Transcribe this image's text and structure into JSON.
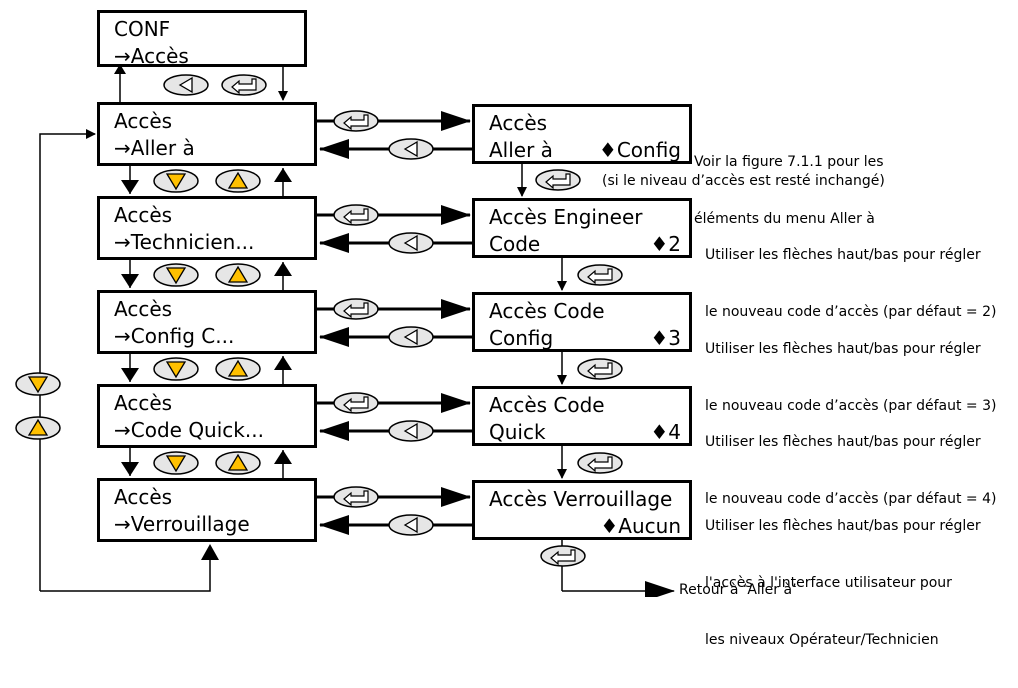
{
  "colors": {
    "key_fill": "#e6e6e6",
    "arrow_key_fill": "#ffc000",
    "line": "#000000"
  },
  "icons": {
    "enter_key": "enter-key-icon",
    "back_key": "left-key-icon",
    "down_key": "down-key-icon",
    "up_key": "up-key-icon"
  },
  "top_box": {
    "line1": "CONF",
    "line2": "→Accès"
  },
  "menu": [
    {
      "line1": "Accès",
      "line2": "→Aller à"
    },
    {
      "line1": "Accès",
      "line2": "→Technicien..."
    },
    {
      "line1": "Accès",
      "line2": "→Config C..."
    },
    {
      "line1": "Accès",
      "line2": "→Code Quick..."
    },
    {
      "line1": "Accès",
      "line2": "→Verrouillage"
    }
  ],
  "params": [
    {
      "line1": "Accès",
      "line2": "Aller à",
      "value": "♦Config"
    },
    {
      "line1": "Accès Engineer",
      "line2": "Code",
      "value": "♦2"
    },
    {
      "line1": "Accès Code",
      "line2": "Config",
      "value": "♦3"
    },
    {
      "line1": "Accès Code",
      "line2": "Quick",
      "value": "♦4"
    },
    {
      "line1": "Accès Verrouillage",
      "line2": "",
      "value": "♦Aucun"
    }
  ],
  "notes": {
    "goto_line1": "Voir la figure 7.1.1 pour les",
    "goto_line2": "éléments du menu Aller à",
    "unchanged": "(si le niveau d’accès est resté inchangé)",
    "code2_line1": "Utiliser les flèches haut/bas pour régler",
    "code2_line2": "le nouveau code d’accès (par défaut = 2)",
    "code3_line1": "Utiliser les flèches haut/bas pour régler",
    "code3_line2": "le nouveau code d’accès (par défaut = 3)",
    "code4_line1": "Utiliser les flèches haut/bas pour régler",
    "code4_line2": "le nouveau code d’accès (par défaut = 4)",
    "lock_line1": "Utiliser les flèches haut/bas pour régler",
    "lock_line2": "l'accès à l'interface utilisateur pour",
    "lock_line3": "les niveaux Opérateur/Technicien",
    "return": "Retour à ‘Aller à’"
  }
}
